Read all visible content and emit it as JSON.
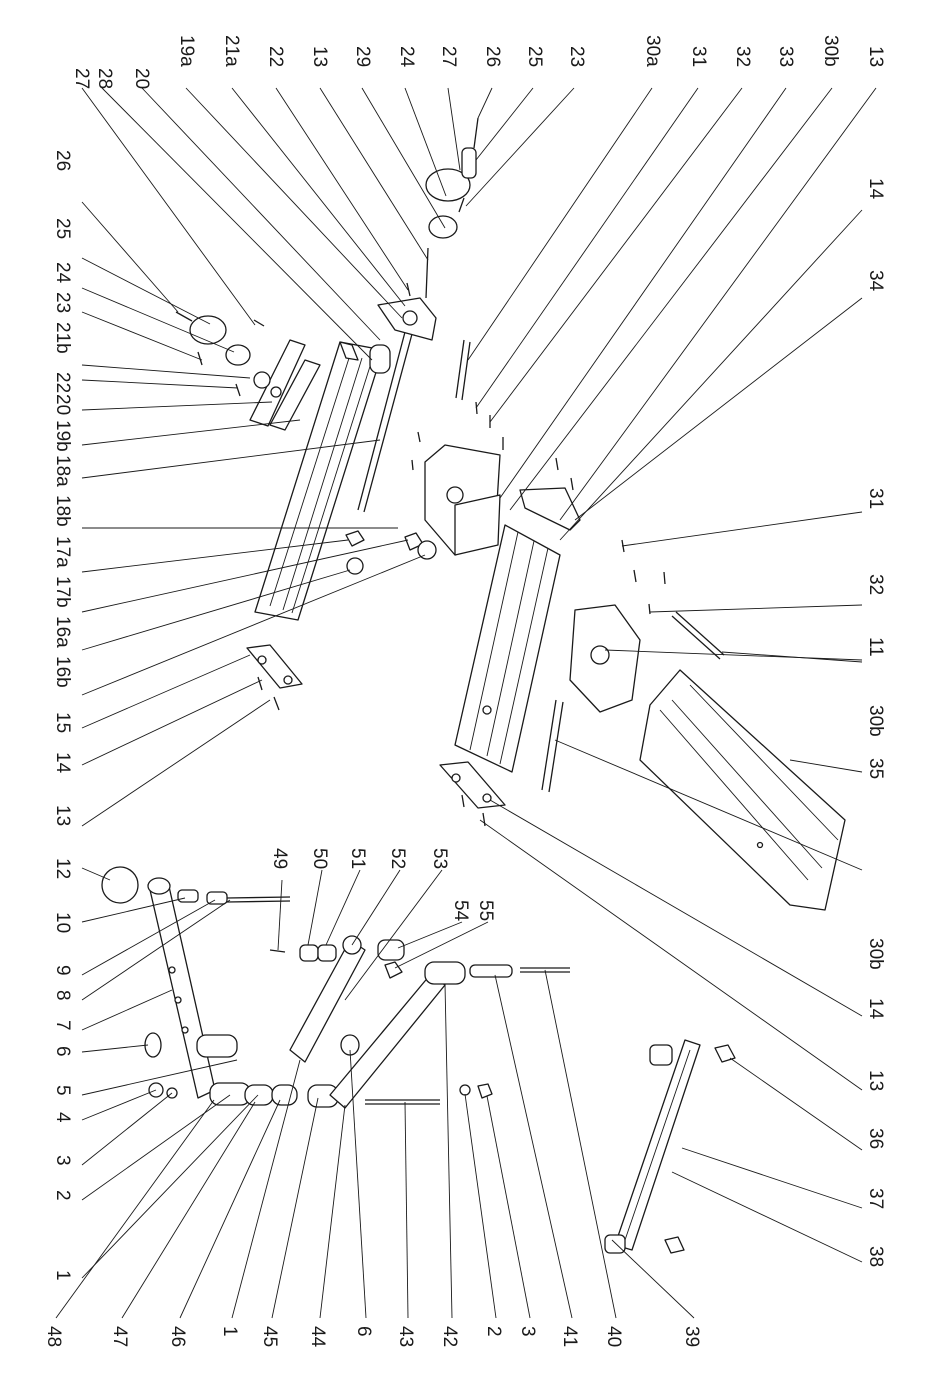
{
  "figure": {
    "type": "exploded parts diagram",
    "orientation": "rotated 90° clockwise",
    "line_color": "#1a1a1a",
    "background": "#ffffff"
  },
  "top_labels": [
    "27",
    "28",
    "20",
    "19a",
    "21a",
    "22",
    "13",
    "29",
    "24",
    "27",
    "26",
    "25",
    "23",
    "30a",
    "31",
    "32",
    "33",
    "30b",
    "13"
  ],
  "right_labels": [
    "14",
    "34",
    "31",
    "32",
    "11",
    "30b",
    "35",
    "30b",
    "14",
    "13",
    "36",
    "37",
    "38"
  ],
  "left_labels": [
    "26",
    "25",
    "24",
    "23",
    "21b",
    "22",
    "20",
    "19b",
    "18a",
    "18b",
    "17a",
    "17b",
    "16a",
    "16b",
    "15",
    "14",
    "13",
    "12",
    "10",
    "9",
    "8",
    "7",
    "6",
    "5",
    "4",
    "3",
    "2",
    "1"
  ],
  "bottom_labels": [
    "48",
    "47",
    "46",
    "1",
    "45",
    "44",
    "6",
    "43",
    "42",
    "2",
    "3",
    "41",
    "40",
    "39"
  ],
  "inner_labels": [
    "49",
    "50",
    "51",
    "52",
    "53",
    "54",
    "55"
  ]
}
